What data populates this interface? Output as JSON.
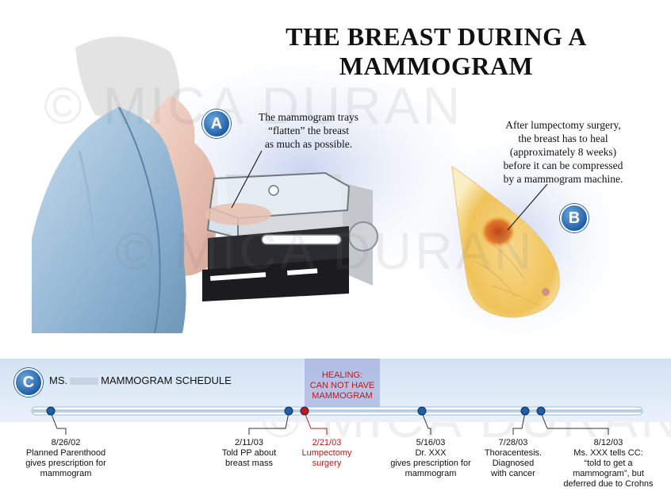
{
  "title_line1": "THE BREAST DURING A",
  "title_line2": "MAMMOGRAM",
  "watermark": "© MICA DURAN",
  "note_a": [
    "The mammogram trays",
    "“flatten” the breast",
    "as much as possible."
  ],
  "note_b": [
    "After lumpectomy surgery,",
    "the breast has to heal",
    "(approximately 8 weeks)",
    "before it can be compressed",
    "by a mammogram machine."
  ],
  "badges": {
    "a": "A",
    "b": "B",
    "c": "C"
  },
  "schedule": {
    "prefix": "MS.",
    "suffix": "MAMMOGRAM SCHEDULE"
  },
  "healing": [
    "HEALING:",
    "CAN NOT HAVE",
    "MAMMOGRAM"
  ],
  "colors": {
    "timeline_blue": "#1f5fa8",
    "highlight_red": "#c01818",
    "band": "#d2e2f3"
  },
  "events": [
    {
      "date": "8/26/02",
      "lines": [
        "Planned Parenthood",
        "gives prescription for",
        "mammogram"
      ],
      "red": false
    },
    {
      "date": "2/11/03",
      "lines": [
        "Told PP about",
        "breast mass"
      ],
      "red": false
    },
    {
      "date": "2/21/03",
      "lines": [
        "Lumpectomy",
        "surgery"
      ],
      "red": true
    },
    {
      "date": "5/16/03",
      "lines": [
        "Dr. XXX",
        "gives prescription for",
        "mammogram"
      ],
      "red": false
    },
    {
      "date": "7/28/03",
      "lines": [
        "Thoracentesis.",
        "Diagnosed",
        "with cancer"
      ],
      "red": false
    },
    {
      "date": "8/12/03",
      "lines": [
        "Ms. XXX tells CC:",
        "“told to get a",
        "mammogram”, but",
        "deferred due to Crohns"
      ],
      "red": false
    }
  ]
}
